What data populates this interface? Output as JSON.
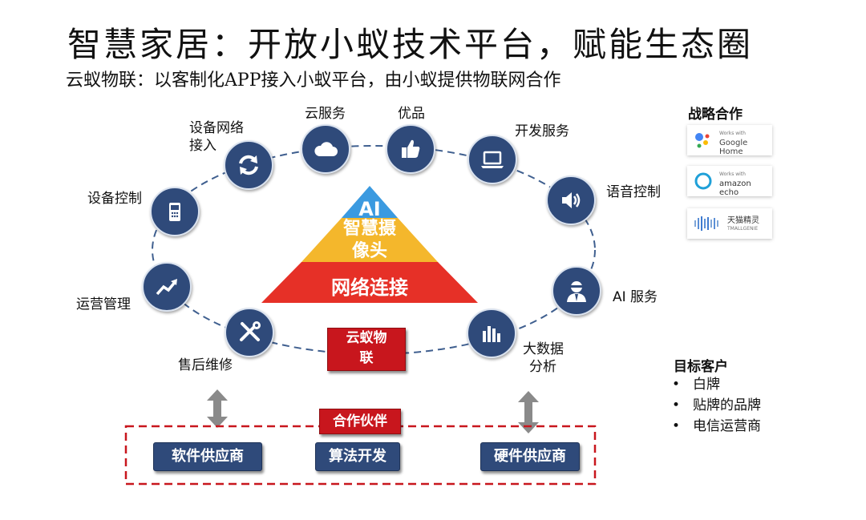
{
  "title": "智慧家居：开放小蚁技术平台，赋能生态圈",
  "subtitle": "云蚁物联：以客制化APP接入小蚁平台，由小蚁提供物联网合作",
  "ring_nodes": {
    "device_access": {
      "line1": "设备网络",
      "line2": "接入",
      "icon": "refresh-icon"
    },
    "cloud_service": {
      "label": "云服务",
      "icon": "cloud-icon"
    },
    "quality": {
      "label": "优品",
      "icon": "thumbs-up-icon"
    },
    "dev_service": {
      "label": "开发服务",
      "icon": "laptop-icon"
    },
    "voice_control": {
      "label": "语音控制",
      "icon": "speaker-icon"
    },
    "ai_service": {
      "label": "AI 服务",
      "icon": "agent-icon"
    },
    "big_data": {
      "line1": "大数据",
      "line2": "分析",
      "icon": "bar-chart-icon"
    },
    "after_sales": {
      "label": "售后维修",
      "icon": "tools-icon"
    },
    "operations": {
      "label": "运营管理",
      "icon": "trend-icon"
    },
    "device_control": {
      "label": "设备控制",
      "icon": "phone-icon"
    }
  },
  "pyramid": {
    "top": "AI",
    "middle_line1": "智慧摄",
    "middle_line2": "像头",
    "bottom": "网络连接",
    "colors": {
      "top": "#3b9ae0",
      "middle": "#f4b72c",
      "bottom": "#e63027"
    }
  },
  "center_box": {
    "line1": "云蚁物",
    "line2": "联"
  },
  "partners_box": {
    "label": "合作伙伴",
    "items": [
      "软件供应商",
      "算法开发",
      "硬件供应商"
    ]
  },
  "strategic": {
    "heading": "战略合作",
    "cards": [
      {
        "small": "Works with",
        "name": "Google Home",
        "icon": "google-assistant-icon"
      },
      {
        "small": "Works with",
        "name": "amazon echo",
        "icon": "alexa-icon"
      },
      {
        "name": "天猫精灵",
        "sub": "TMALLGENIE",
        "icon": "tmall-genie-icon"
      }
    ]
  },
  "customers": {
    "heading": "目标客户",
    "items": [
      "白牌",
      "贴牌的品牌",
      "电信运营商"
    ]
  },
  "colors": {
    "accent_blue": "#2f4a7a",
    "accent_red": "#c8161d"
  }
}
